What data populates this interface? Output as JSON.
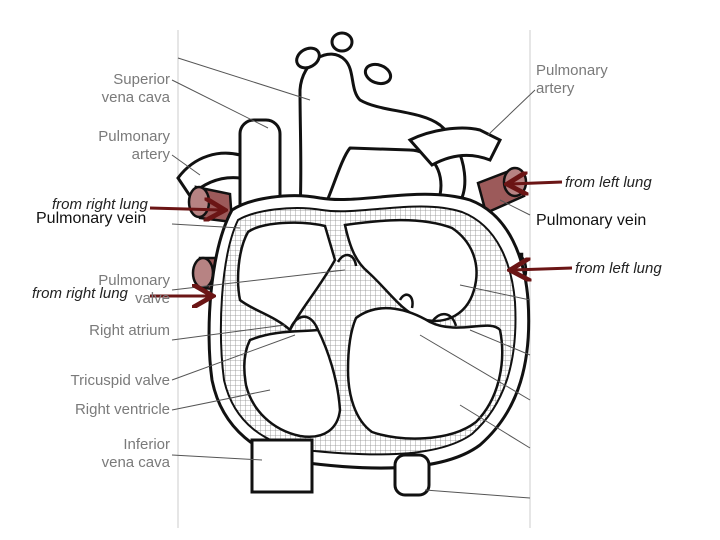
{
  "labels": {
    "superior_vena_cava": [
      "Superior",
      "vena cava"
    ],
    "pulmonary_artery_right": [
      "Pulmonary",
      "artery"
    ],
    "pulmonary_artery_left": [
      "Pulmonary",
      "artery"
    ],
    "from_right_lung_upper": "from right lung",
    "pulmonary_vein_left": "Pulmonary vein",
    "pulmonary_valve": [
      "Pulmonary",
      "valve"
    ],
    "from_right_lung_lower": "from right lung",
    "right_atrium": "Right atrium",
    "tricuspid_valve": "Tricuspid valve",
    "right_ventricle": "Right ventricle",
    "inferior_vena_cava": [
      "Inferior",
      "vena cava"
    ],
    "from_left_lung_upper": "from left lung",
    "pulmonary_vein_right": "Pulmonary vein",
    "from_left_lung_lower": "from left lung"
  },
  "colors": {
    "label_gray": "#7a7a7a",
    "vein_fill": "#9c5a5a",
    "arrow": "#6b1515",
    "outline": "#111111",
    "panel_border": "#cccccc"
  }
}
